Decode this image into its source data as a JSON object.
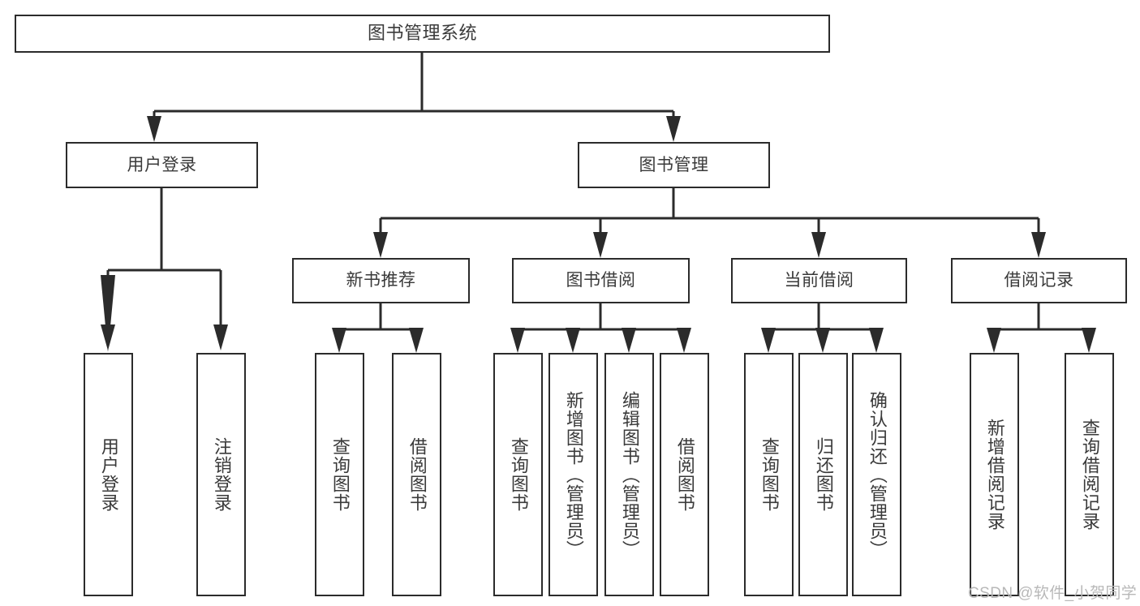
{
  "diagram": {
    "type": "tree",
    "title": "图书管理系统",
    "orientation": "top-down",
    "levels": 3,
    "colors": {
      "stroke": "#2b2b2b",
      "text": "#3a3a3a",
      "background": "#ffffff",
      "watermark": "#b8b8b8"
    }
  },
  "root": {
    "label": "图书管理系统"
  },
  "level2": [
    {
      "label": "用户登录"
    },
    {
      "label": "图书管理"
    }
  ],
  "level3": [
    {
      "label": "新书推荐"
    },
    {
      "label": "图书借阅"
    },
    {
      "label": "当前借阅"
    },
    {
      "label": "借阅记录"
    }
  ],
  "leaves": {
    "user_login": [
      {
        "label": "用户登录"
      },
      {
        "label": "注销登录"
      }
    ],
    "new_book_recommend": [
      {
        "label": "查询图书"
      },
      {
        "label": "借阅图书"
      }
    ],
    "book_borrow": [
      {
        "label": "查询图书"
      },
      {
        "label": "新增图书（管理员）"
      },
      {
        "label": "编辑图书（管理员）"
      },
      {
        "label": "借阅图书"
      }
    ],
    "current_borrow": [
      {
        "label": "查询图书"
      },
      {
        "label": "归还图书"
      },
      {
        "label": "确认归还（管理员）"
      }
    ],
    "borrow_record": [
      {
        "label": "新增借阅记录"
      },
      {
        "label": "查询借阅记录"
      }
    ]
  },
  "watermark": {
    "text": "CSDN @软件_小贺同学"
  }
}
